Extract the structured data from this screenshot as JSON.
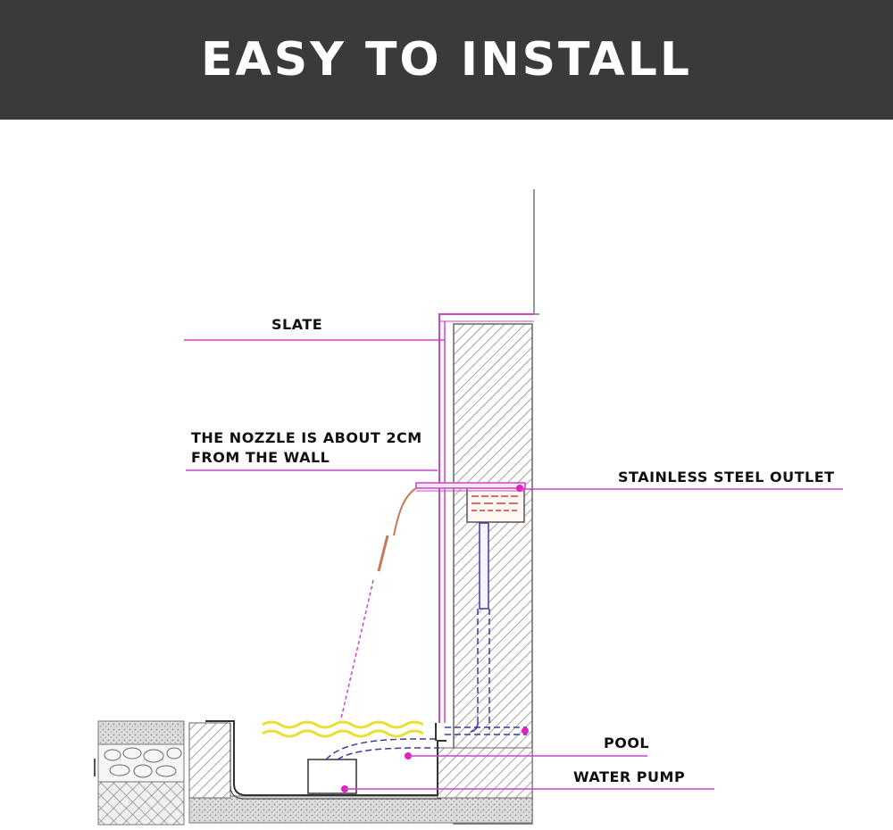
{
  "header": {
    "title": "EASY TO INSTALL"
  },
  "diagram": {
    "labels": {
      "slate": "SLATE",
      "nozzle_line1": "THE NOZZLE IS ABOUT 2CM",
      "nozzle_line2": "FROM THE WALL",
      "outlet": "STAINLESS STEEL OUTLET",
      "pool": "POOL",
      "pump": "WATER PUMP"
    },
    "colors": {
      "leader": "#cc44cc",
      "pipe": "#3a3aa0",
      "water": "#e8e030",
      "hatch": "#8a8a8a",
      "banner": "#3a3a3a"
    }
  }
}
